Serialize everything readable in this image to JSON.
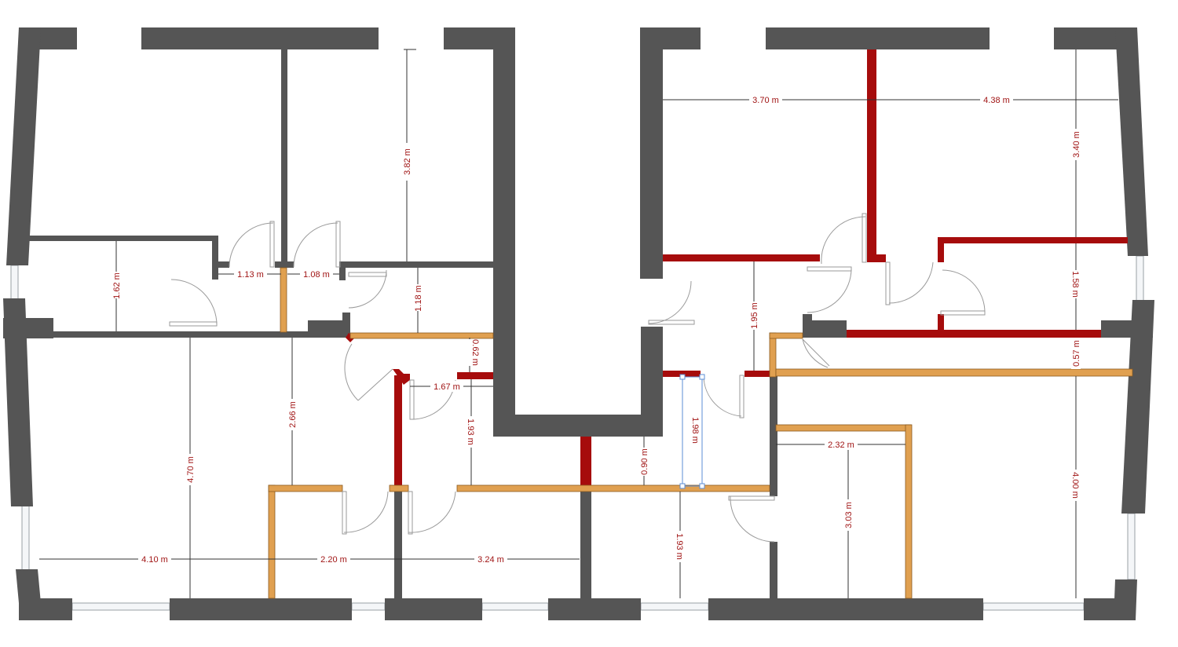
{
  "colors": {
    "existing_wall": "#555555",
    "demolished_wall": "#a60c0c",
    "new_wall": "#e0a050",
    "dimension_line": "#333333",
    "dimension_text": "#a01414",
    "door_swing": "#999999",
    "selection": "#5b8ed6"
  },
  "dimensions": {
    "d_1_62": "1.62 m",
    "d_1_13": "1.13 m",
    "d_1_08": "1.08 m",
    "d_3_82": "3.82 m",
    "d_1_18": "1.18 m",
    "d_0_62": "0.62 m",
    "d_1_67": "1.67 m",
    "d_1_93_left": "1.93 m",
    "d_2_66": "2.66 m",
    "d_4_70": "4.70 m",
    "d_4_10": "4.10 m",
    "d_2_20": "2.20 m",
    "d_3_24": "3.24 m",
    "d_0_90": "0.90 m",
    "d_1_98": "1.98 m",
    "d_1_93_mid": "1.93 m",
    "d_1_95": "1.95 m",
    "d_3_70": "3.70 m",
    "d_4_38": "4.38 m",
    "d_3_40": "3.40 m",
    "d_1_58": "1.58 m",
    "d_0_57": "0.57 m",
    "d_2_32": "2.32 m",
    "d_3_03": "3.03 m",
    "d_4_00": "4.00 m"
  }
}
